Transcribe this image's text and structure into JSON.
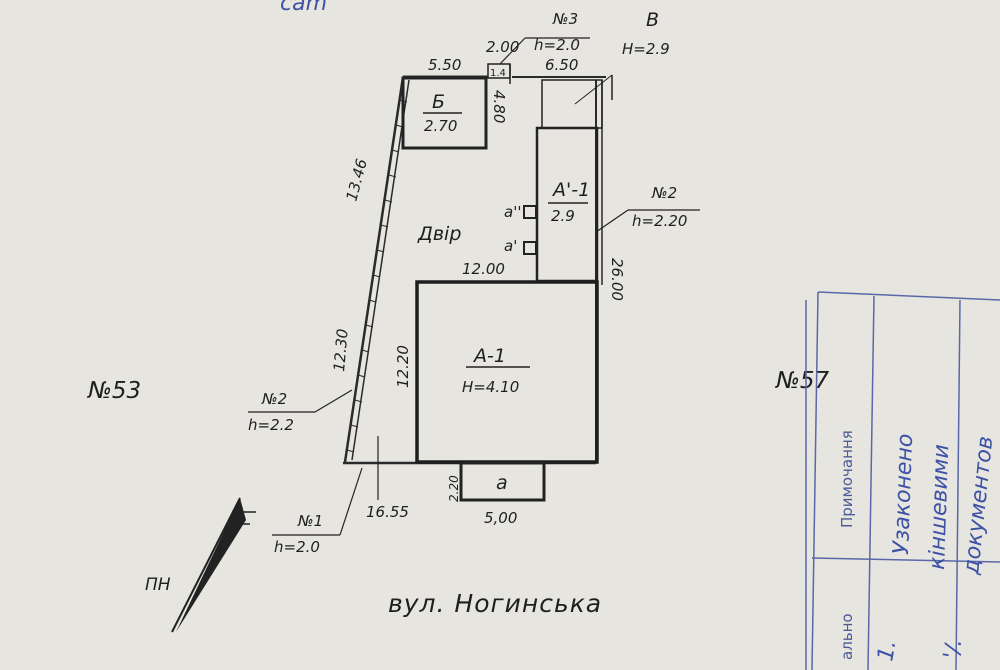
{
  "top_fragment": "саm",
  "neighbors": {
    "left": "№53",
    "right": "№57"
  },
  "street": "вул. Ногинська",
  "north": "ПН",
  "yard": "Двір",
  "buildings": {
    "a1": {
      "name": "А-1",
      "height": "Н=4.10"
    },
    "a11": {
      "name": "А'-1",
      "height": "2.9"
    },
    "b": {
      "name": "Б",
      "height": "2.70"
    },
    "v": {
      "name": "В",
      "height": "Н=2.9"
    },
    "a_porch": {
      "name": "а"
    },
    "a_prime": [
      "а'",
      "а''"
    ]
  },
  "fences": {
    "n1": {
      "label": "№1",
      "height": "h=2.0"
    },
    "n2": {
      "label": "№2",
      "height": "h=2.2"
    },
    "n2r": {
      "label": "№2",
      "height": "h=2.20"
    },
    "n3": {
      "label": "№3",
      "height": "h=2.0"
    }
  },
  "dimensions": {
    "top_left": "5.50",
    "top_mid": "2.00",
    "top_right": "6.50",
    "b_side": "4.80",
    "gate": "1.4",
    "left_upper": "13.46",
    "left_lower": "12.30",
    "inner_left": "12.20",
    "inner_top": "12.00",
    "right": "26.00",
    "bottom": "16.55",
    "porch_w": "5,00",
    "porch_h": "2.20"
  },
  "stamp": {
    "col1": "Примочання",
    "col2": "ально"
  },
  "handwriting": {
    "line1": "Узаконено",
    "line2": "кіншевими",
    "line3": "документов"
  },
  "stamp_marks": [
    "1.",
    "'/."
  ]
}
